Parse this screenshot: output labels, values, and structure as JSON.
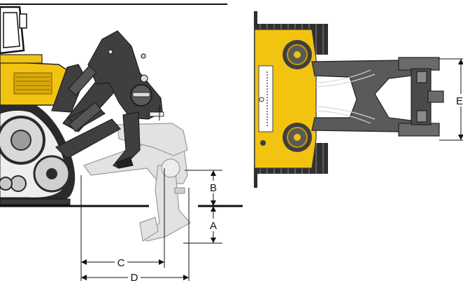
{
  "dimensions": {
    "A": "A",
    "B": "B",
    "C": "C",
    "D": "D",
    "E": "E"
  },
  "colors": {
    "machine_yellow": "#F2C311",
    "machine_yellow_dark": "#C99A00",
    "ripper_gray": "#3F3F3F",
    "ripper_gray_light": "#D8D8D8",
    "track_dark": "#2B2B2B",
    "line_black": "#111111"
  }
}
